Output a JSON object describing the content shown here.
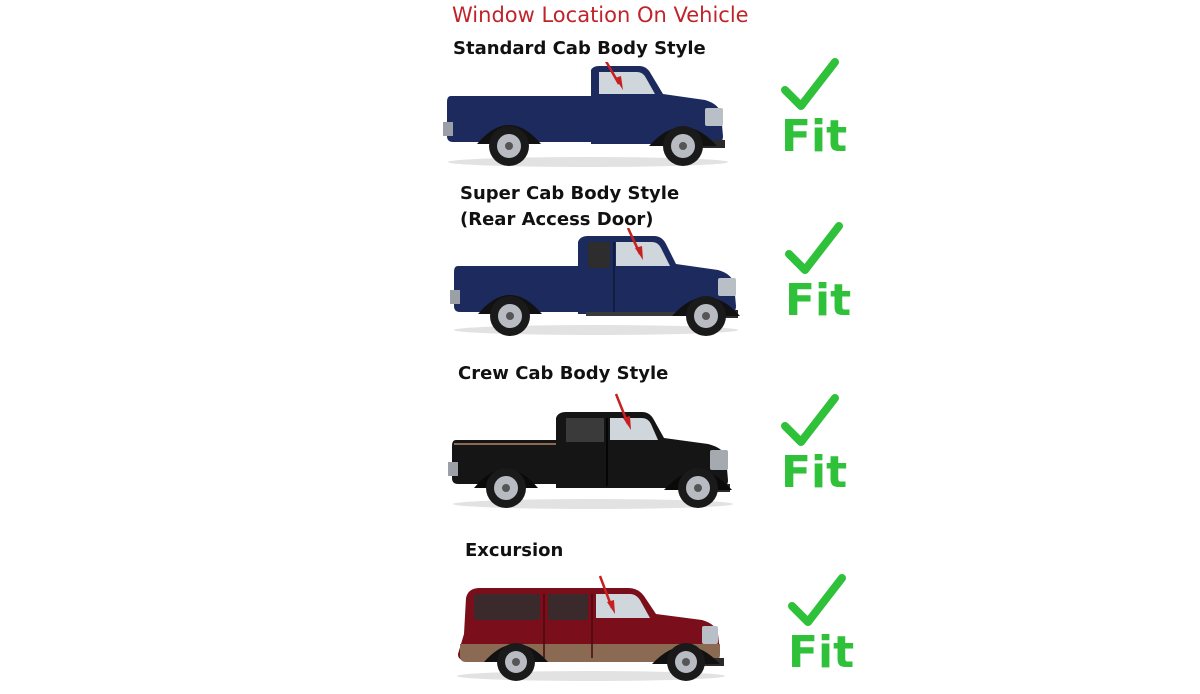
{
  "title": "Window Location On Vehicle",
  "colors": {
    "title": "#c0242b",
    "fit_green": "#2fc139",
    "arrow_red": "#c62020",
    "navy_body": "#1c2a5e",
    "black_body": "#151515",
    "maroon_body": "#7a0e1a",
    "tan_trim": "#8a6a52"
  },
  "vehicles": [
    {
      "label": "Standard Cab Body Style",
      "fit": "Fit",
      "icon": "checkmark-icon"
    },
    {
      "label_line1": "Super Cab Body Style",
      "label_line2": "(Rear Access Door)",
      "fit": "Fit",
      "icon": "checkmark-icon"
    },
    {
      "label": "Crew Cab Body Style",
      "fit": "Fit",
      "icon": "checkmark-icon"
    },
    {
      "label": "Excursion",
      "fit": "Fit",
      "icon": "checkmark-icon"
    }
  ]
}
